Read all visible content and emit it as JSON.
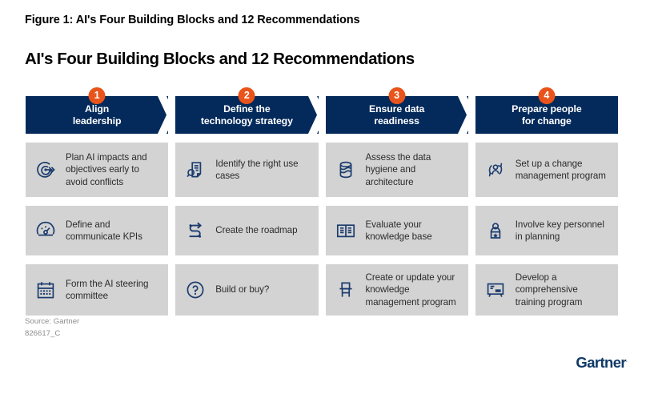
{
  "figure": {
    "caption": "Figure 1: AI's Four Building Blocks and 12 Recommendations",
    "title": "AI's Four Building Blocks and 12 Recommendations"
  },
  "colors": {
    "header_navy": "#042A5B",
    "badge_orange": "#E8541B",
    "cell_gray": "#D3D3D3",
    "icon_navy": "#1B3C6E",
    "logo_navy": "#0F3A67",
    "source_gray": "#8d8d8d"
  },
  "columns": [
    {
      "number": "1",
      "title": "Align\nleadership",
      "title_line1": "Align",
      "title_line2": "leadership",
      "items": [
        {
          "icon": "target-arrow-icon",
          "text": "Plan AI impacts and objectives early to avoid conflicts"
        },
        {
          "icon": "gauge-kpi-icon",
          "text": "Define and communicate KPIs"
        },
        {
          "icon": "calendar-icon",
          "text": "Form the AI steering committee"
        }
      ]
    },
    {
      "number": "2",
      "title": "Define the\ntechnology strategy",
      "title_line1": "Define the",
      "title_line2": "technology strategy",
      "items": [
        {
          "icon": "document-search-icon",
          "text": "Identify the right use cases"
        },
        {
          "icon": "roadmap-arrow-icon",
          "text": "Create the roadmap"
        },
        {
          "icon": "question-circle-icon",
          "text": "Build or buy?"
        }
      ]
    },
    {
      "number": "3",
      "title": "Ensure data\nreadiness",
      "title_line1": "Ensure data",
      "title_line2": "readiness",
      "items": [
        {
          "icon": "database-icon",
          "text": "Assess the data hygiene and architecture"
        },
        {
          "icon": "open-book-icon",
          "text": "Evaluate your knowledge base"
        },
        {
          "icon": "lectern-icon",
          "text": "Create or update your knowledge management program"
        }
      ]
    },
    {
      "number": "4",
      "title": "Prepare people\nfor change",
      "title_line1": "Prepare people",
      "title_line2": "for change",
      "items": [
        {
          "icon": "person-change-cycle-icon",
          "text": "Set up a change management program"
        },
        {
          "icon": "person-star-badge-icon",
          "text": "Involve key personnel in planning"
        },
        {
          "icon": "presentation-board-icon",
          "text": "Develop a comprehensive training program"
        }
      ]
    }
  ],
  "footer": {
    "source": "Source: Gartner",
    "doc_id": "826617_C",
    "logo": "Gartner",
    "logo_mark": "."
  }
}
